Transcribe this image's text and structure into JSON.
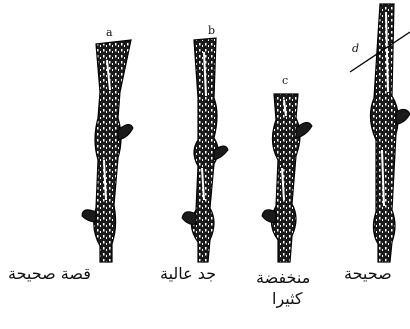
{
  "figure": {
    "letters": {
      "a": "a",
      "b": "b",
      "c": "c",
      "d": "d"
    },
    "captions": {
      "a": "قصة صحيحة",
      "b": "جد عالية",
      "c_line1": "منخفضة",
      "c_line2": "كثيرا",
      "d": "صحيحة"
    }
  },
  "colors": {
    "ink": "#111111",
    "paper": "#ffffff"
  }
}
